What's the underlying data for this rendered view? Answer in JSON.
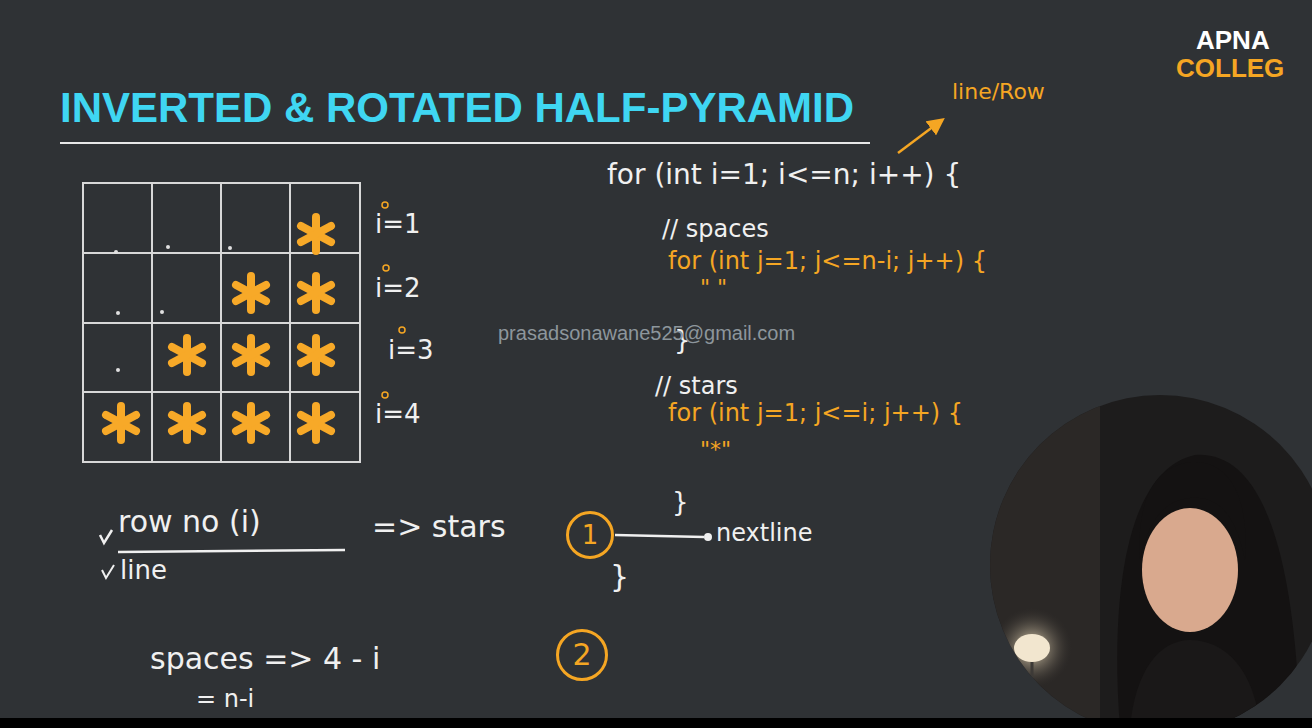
{
  "diagram": {
    "title": "INVERTED & ROTATED HALF-PYRAMID",
    "nodes": [
      {
        "text": [
          "1"
        ]
      },
      {
        "text": [
          "2"
        ]
      }
    ],
    "labels": [
      "APNA",
      "COLLEG",
      "line/Row",
      "for (int i=1; i<=n; i++) {",
      "// spaces",
      "for (int j=1; j<=n-i; j++) {",
      "\" \"",
      "}",
      "// stars",
      "for (int j=1; j<=i; j++) {",
      "\"*\"",
      "}",
      "nextline",
      "}",
      "i=1",
      "i=2",
      "i=3",
      "i=4",
      "row no (i)",
      "line",
      "=> stars",
      "spaces => 4 - i",
      "= n-i",
      "prasadsonawane525@gmail.com"
    ]
  }
}
